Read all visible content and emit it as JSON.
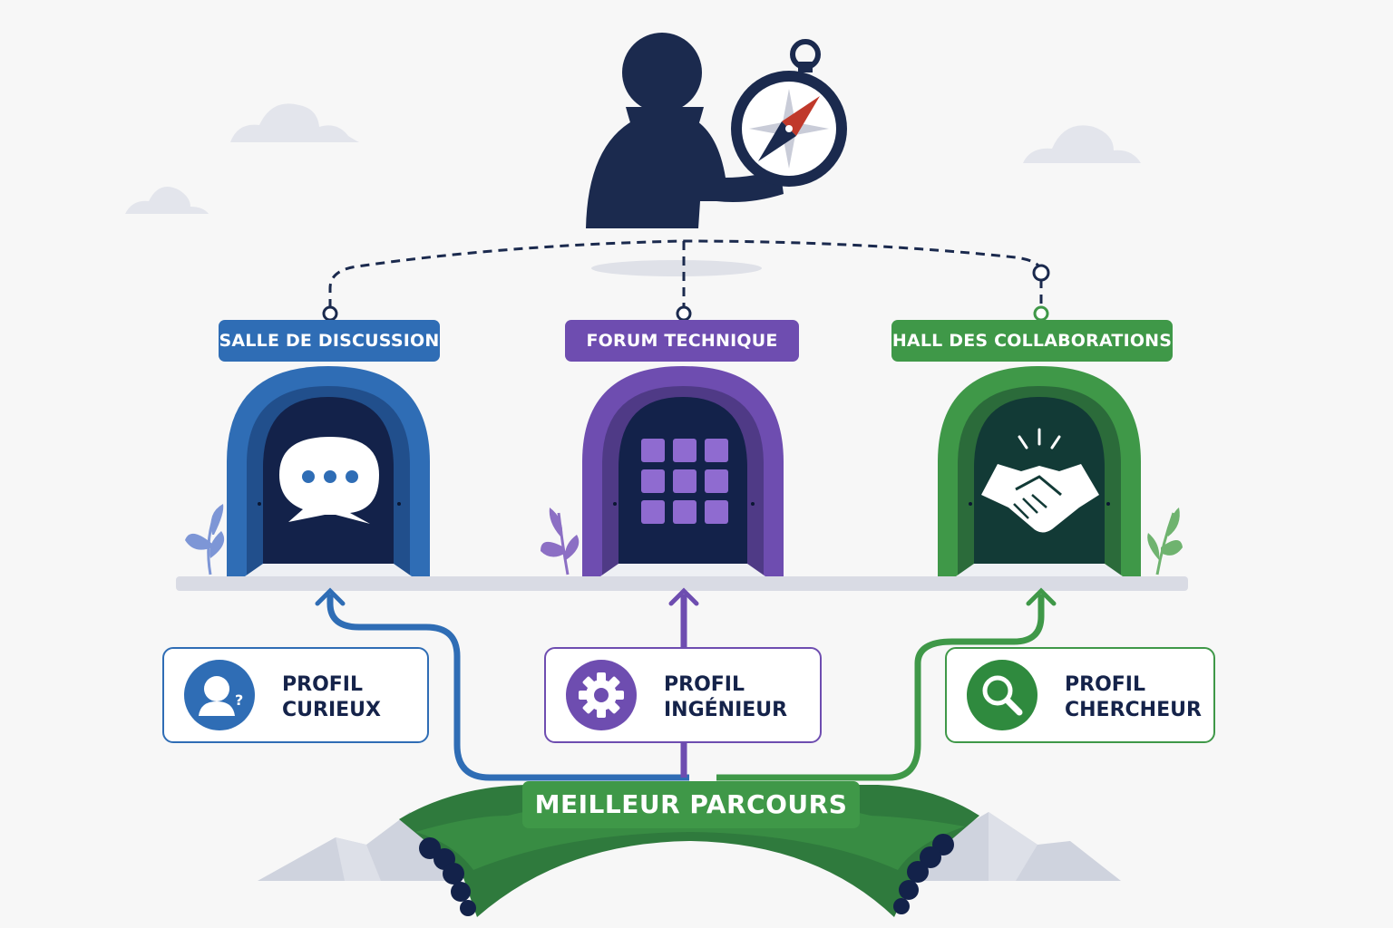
{
  "colors": {
    "navy": "#1b2a4e",
    "blue": "#2f6db5",
    "purple": "#6e4db0",
    "green": "#3f9848",
    "ground": "#d9dbe4"
  },
  "rooms": [
    {
      "label": "SALLE DE DISCUSSION",
      "icon": "chat-bubble-icon",
      "color": "#2f6db5"
    },
    {
      "label": "FORUM TECHNIQUE",
      "icon": "grid-icon",
      "color": "#6e4db0"
    },
    {
      "label": "HALL DES COLLABORATIONS",
      "icon": "handshake-icon",
      "color": "#3f9848"
    }
  ],
  "profiles": [
    {
      "line1": "PROFIL",
      "line2": "CURIEUX",
      "icon": "curious-person-icon",
      "color": "#2f6db5"
    },
    {
      "line1": "PROFIL",
      "line2": "INGÉNIEUR",
      "icon": "gear-icon",
      "color": "#6e4db0"
    },
    {
      "line1": "PROFIL",
      "line2": "CHERCHEUR",
      "icon": "magnifier-icon",
      "color": "#3f9848"
    }
  ],
  "best_path": {
    "label": "MEILLEUR PARCOURS"
  },
  "icons": [
    "person-with-compass-icon",
    "compass-icon",
    "cloud-icon",
    "plant-icon",
    "mountain-icon",
    "bridge-icon"
  ]
}
